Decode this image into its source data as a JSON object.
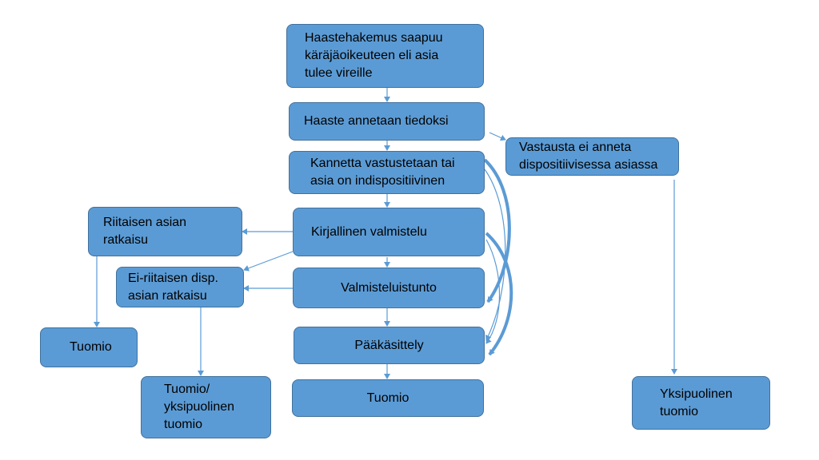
{
  "colors": {
    "box_fill": "#5b9bd5",
    "box_border": "#41719c",
    "arrow": "#5b9bd5",
    "text": "#000000"
  },
  "nodes": {
    "n1": "Haastehakemus saapuu\nkäräjäoikeuteen eli asia\ntulee vireille",
    "n2": "Haaste annetaan tiedoksi",
    "n3": "Kannetta vastustetaan tai\nasia on indispositiivinen",
    "n4": "Vastausta ei anneta\ndispositiivisessa asiassa",
    "n5": "Kirjallinen valmistelu",
    "n6": "Riitaisen asian\nratkaisu",
    "n7": "Ei-riitaisen disp.\nasian ratkaisu",
    "n8": "Valmisteluistunto",
    "n9": "Tuomio",
    "n10": "Pääkäsittely",
    "n11": "Tuomio/\nyksipuolinen\ntuomio",
    "n12": "Tuomio",
    "n13": "Yksipuolinen\ntuomio"
  }
}
